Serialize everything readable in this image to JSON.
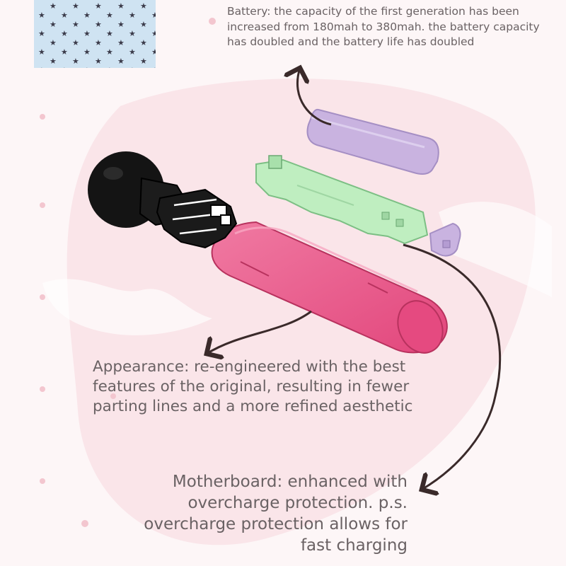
{
  "captions": {
    "battery": "Battery: the capacity of the first generation has been increased from 180mah to 380mah. the battery capacity has doubled and the battery life has doubled",
    "appearance": "Appearance: re-engineered with the best features of the original, resulting in fewer parting lines and a more refined aesthetic",
    "motherboard": "Motherboard: enhanced with overcharge protection.  p.s. overcharge protection allows for fast charging"
  },
  "colors": {
    "background": "#fdf6f7",
    "background_blob": "#f8dfe4",
    "star_panel": "#cfe3f2",
    "battery_pack": "#c9b3e0",
    "circuit_board": "#bfeec0",
    "casing": "#e9558a",
    "massage_head": "#141414",
    "text": "#6a6264",
    "arrow": "#3a2a2a"
  }
}
